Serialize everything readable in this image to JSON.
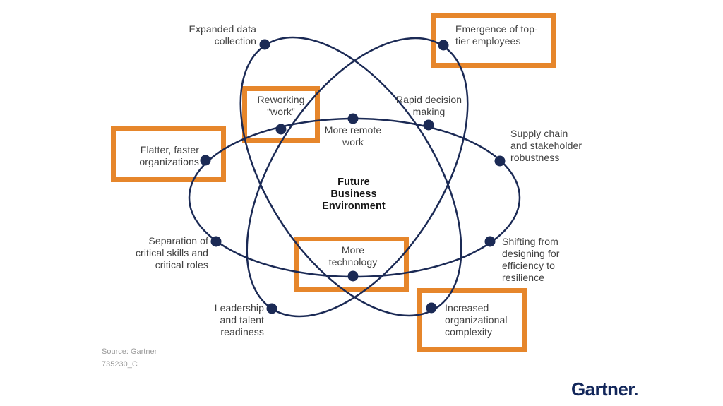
{
  "diagram": {
    "center_label": "Future\nBusiness\nEnvironment",
    "nodes": {
      "expanded_data": "Expanded data\ncollection",
      "emergence": "Emergence of top-\ntier employees",
      "reworking": "Reworking\n“work”",
      "more_remote": "More remote\nwork",
      "rapid_decision": "Rapid decision\nmaking",
      "flatter": "Flatter, faster\norganizations",
      "supply_chain": "Supply chain\nand stakeholder\nrobustness",
      "separation": "Separation of\ncritical skills and\ncritical roles",
      "shifting": "Shifting from\ndesigning for\nefficiency to\nresilience",
      "more_technology": "More\ntechnology",
      "leadership": "Leadership\nand talent\nreadiness",
      "increased": "Increased\norganizational\ncomplexity"
    },
    "highlighted_nodes": [
      "Emergence of top-tier employees",
      "Reworking “work”",
      "Flatter, faster organizations",
      "More technology",
      "Increased organizational complexity"
    ],
    "colors": {
      "orbit_navy": "#1b2a55",
      "highlight_orange": "#e6862b",
      "label_gray": "#404040",
      "muted_gray": "#9c9c9c",
      "logo_navy": "#12265a"
    }
  },
  "footer": {
    "source": "Source: Gartner",
    "code": "735230_C",
    "logo": "Gartner."
  }
}
